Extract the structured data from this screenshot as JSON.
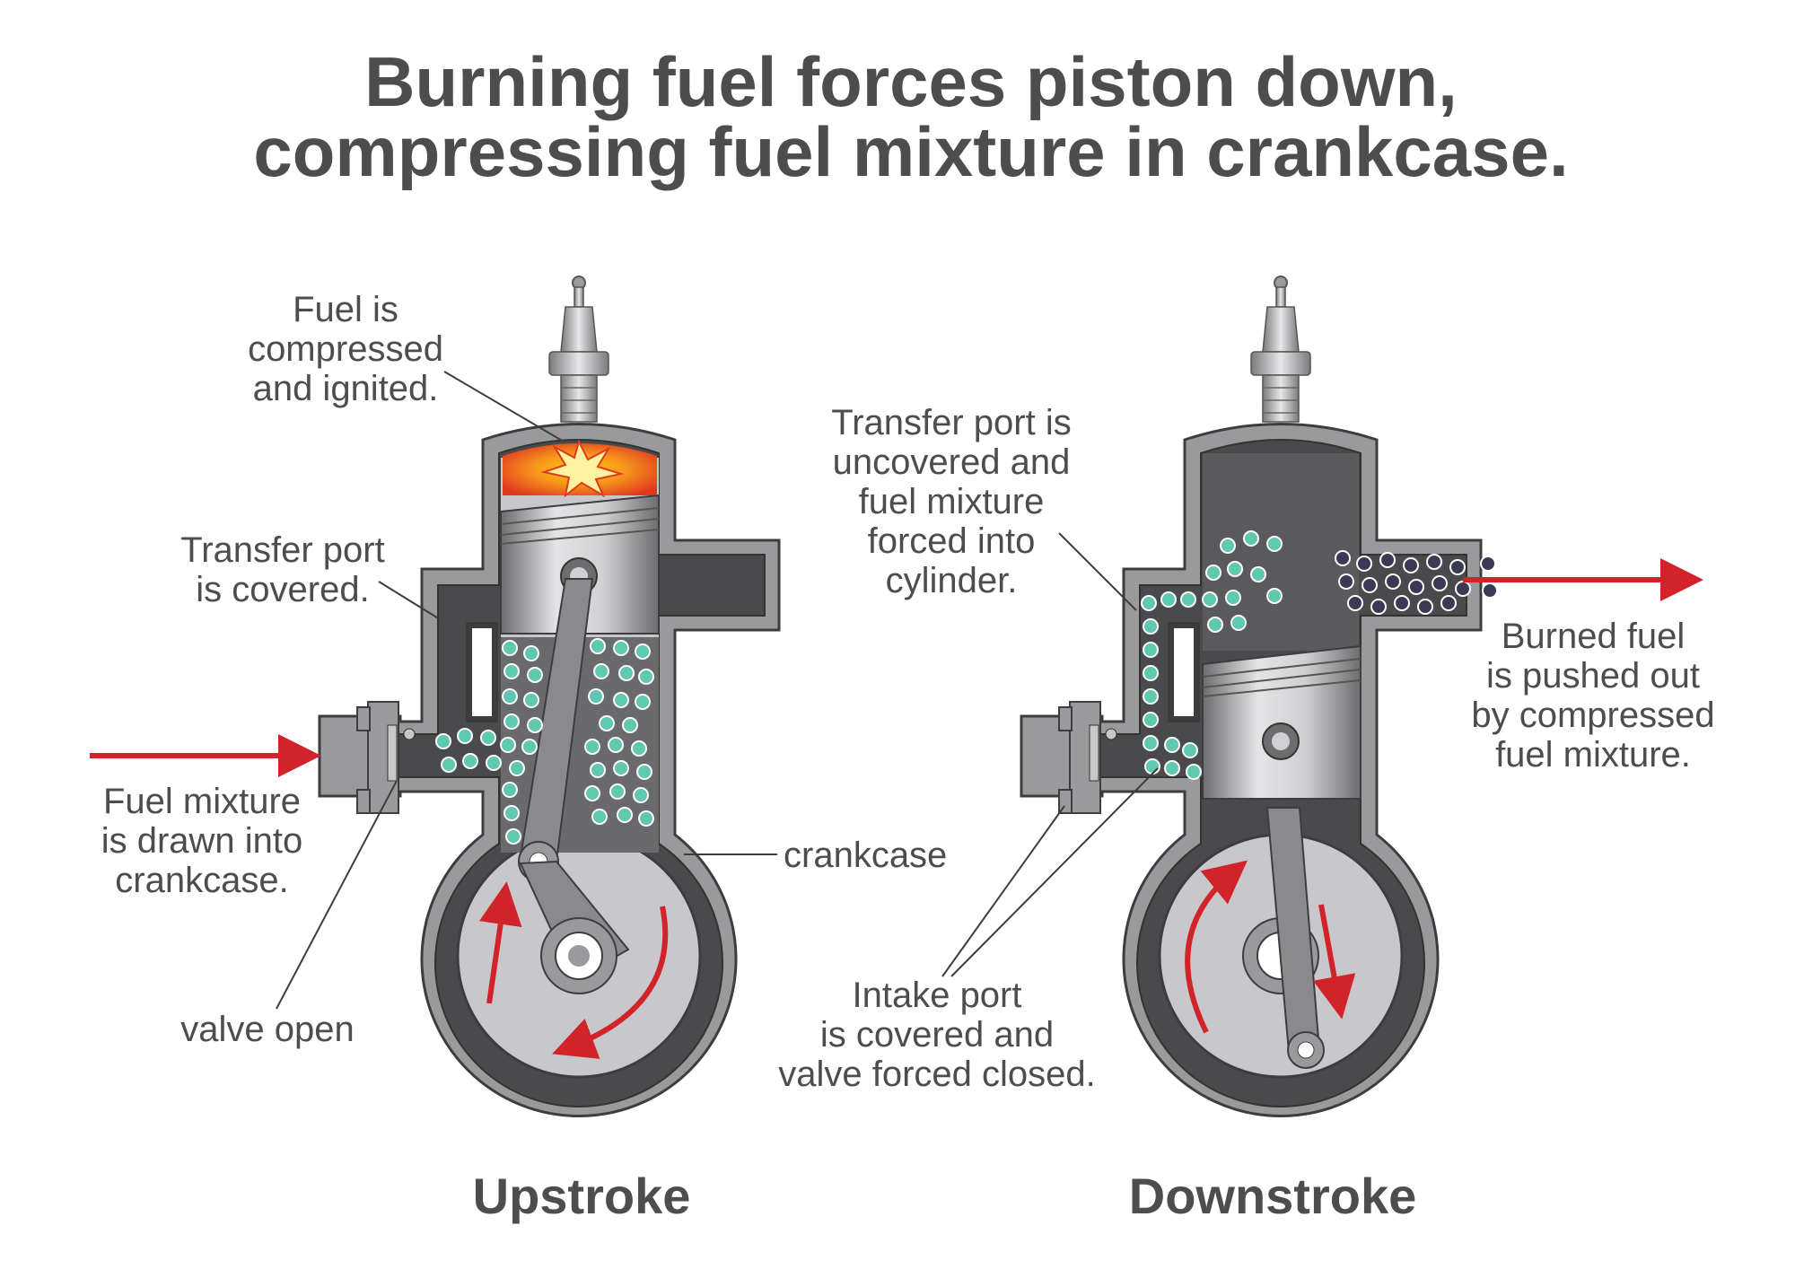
{
  "title": {
    "line1": "Burning fuel forces piston down,",
    "line2": "compressing fuel mixture in crankcase."
  },
  "labels": {
    "fuel_ignited": [
      "Fuel is",
      "compressed",
      "and ignited."
    ],
    "transfer_covered": [
      "Transfer port",
      "is covered."
    ],
    "fuel_drawn": [
      "Fuel mixture",
      "is drawn into",
      "crankcase."
    ],
    "valve_open": "valve open",
    "crankcase": "crankcase",
    "transfer_uncovered": [
      "Transfer port is",
      "uncovered and",
      "fuel mixture",
      "forced into",
      "cylinder."
    ],
    "burned_fuel": [
      "Burned fuel",
      "is pushed out",
      "by compressed",
      "fuel mixture."
    ],
    "intake_covered": [
      "Intake port",
      "is covered and",
      "valve forced closed."
    ]
  },
  "captions": {
    "left": "Upstroke",
    "right": "Downstroke"
  },
  "colors": {
    "engine_dark": "#4a4a4c",
    "engine_mid": "#9a9a9c",
    "engine_light": "#c8c8ca",
    "fuel_dot": "#5fc9b0",
    "burned_dot": "#3b3a55",
    "arrow_red": "#d2232a",
    "flame_orange": "#f05a24",
    "flame_yellow": "#ffd200"
  }
}
